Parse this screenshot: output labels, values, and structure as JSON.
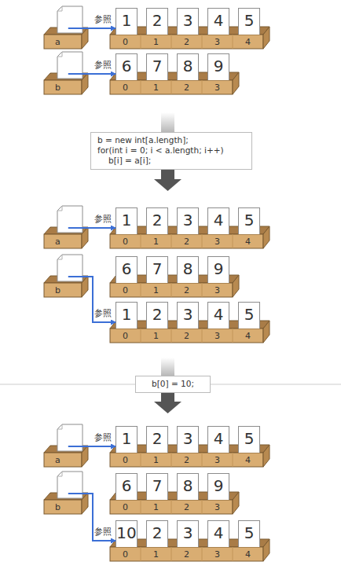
{
  "diagram": {
    "nodes": [
      {
        "text": [
          "a"
        ]
      },
      {
        "text": [
          "1",
          "0"
        ]
      },
      {
        "text": [
          "2",
          "1"
        ]
      },
      {
        "text": [
          "3",
          "2"
        ]
      },
      {
        "text": [
          "4",
          "3"
        ]
      },
      {
        "text": [
          "5",
          "4"
        ]
      },
      {
        "text": [
          "b"
        ]
      },
      {
        "text": [
          "6",
          "0"
        ]
      },
      {
        "text": [
          "7",
          "1"
        ]
      },
      {
        "text": [
          "8",
          "2"
        ]
      },
      {
        "text": [
          "9",
          "3"
        ]
      },
      {
        "text": [
          "b = new int[a.length];",
          "for(int i = 0; i < a.length; i++)",
          "b[i] = a[i];"
        ]
      },
      {
        "text": [
          "a"
        ]
      },
      {
        "text": [
          "1",
          "0"
        ]
      },
      {
        "text": [
          "2",
          "1"
        ]
      },
      {
        "text": [
          "3",
          "2"
        ]
      },
      {
        "text": [
          "4",
          "3"
        ]
      },
      {
        "text": [
          "5",
          "4"
        ]
      },
      {
        "text": [
          "b"
        ]
      },
      {
        "text": [
          "6",
          "0"
        ]
      },
      {
        "text": [
          "7",
          "1"
        ]
      },
      {
        "text": [
          "8",
          "2"
        ]
      },
      {
        "text": [
          "9",
          "3"
        ]
      },
      {
        "text": [
          "1",
          "0"
        ]
      },
      {
        "text": [
          "2",
          "1"
        ]
      },
      {
        "text": [
          "3",
          "2"
        ]
      },
      {
        "text": [
          "4",
          "3"
        ]
      },
      {
        "text": [
          "5",
          "4"
        ]
      },
      {
        "text": [
          "b[0] = 10;"
        ]
      },
      {
        "text": [
          "a"
        ]
      },
      {
        "text": [
          "1",
          "0"
        ]
      },
      {
        "text": [
          "2",
          "1"
        ]
      },
      {
        "text": [
          "3",
          "2"
        ]
      },
      {
        "text": [
          "4",
          "3"
        ]
      },
      {
        "text": [
          "5",
          "4"
        ]
      },
      {
        "text": [
          "b"
        ]
      },
      {
        "text": [
          "6",
          "0"
        ]
      },
      {
        "text": [
          "7",
          "1"
        ]
      },
      {
        "text": [
          "8",
          "2"
        ]
      },
      {
        "text": [
          "9",
          "3"
        ]
      },
      {
        "text": [
          "10",
          "0"
        ]
      },
      {
        "text": [
          "2",
          "1"
        ]
      },
      {
        "text": [
          "3",
          "2"
        ]
      },
      {
        "text": [
          "4",
          "3"
        ]
      },
      {
        "text": [
          "5",
          "4"
        ]
      }
    ],
    "edges": [
      {
        "from": 0,
        "to": 1,
        "label": "参照",
        "arrow": "to"
      },
      {
        "from": 6,
        "to": 7,
        "label": "参照",
        "arrow": "to"
      },
      {
        "from": 12,
        "to": 13,
        "label": "参照",
        "arrow": "to"
      },
      {
        "from": 18,
        "to": 23,
        "label": "参照",
        "arrow": "to"
      },
      {
        "from": 29,
        "to": 30,
        "label": "参照",
        "arrow": "to"
      },
      {
        "from": 35,
        "to": 40,
        "label": "参照",
        "arrow": "to"
      }
    ]
  }
}
